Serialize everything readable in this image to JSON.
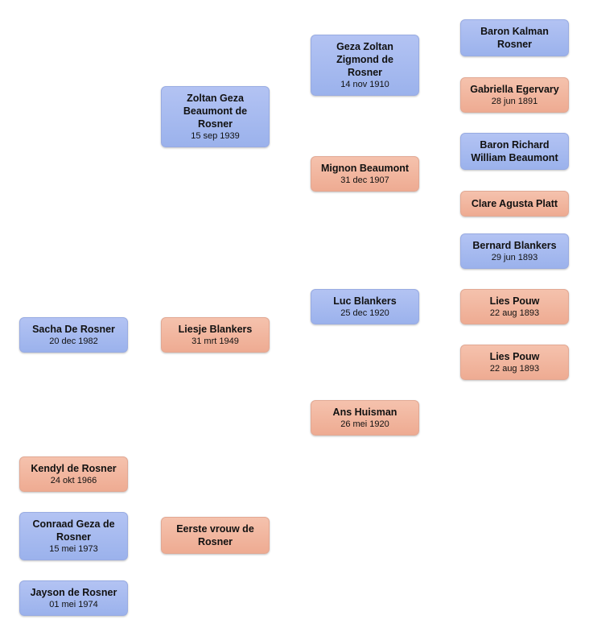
{
  "people": {
    "baron_kalman": {
      "name": "Baron Kalman Rosner",
      "date": ""
    },
    "gabriella": {
      "name": "Gabriella Egervary",
      "date": "28 jun 1891"
    },
    "baron_richard": {
      "name": "Baron Richard William Beaumont",
      "date": ""
    },
    "clare": {
      "name": "Clare Agusta Platt",
      "date": ""
    },
    "bernard": {
      "name": "Bernard Blankers",
      "date": "29 jun 1893"
    },
    "lies1": {
      "name": "Lies Pouw",
      "date": "22 aug 1893"
    },
    "lies2": {
      "name": "Lies Pouw",
      "date": "22 aug 1893"
    },
    "geza": {
      "name": "Geza Zoltan Zigmond de Rosner",
      "date": "14 nov 1910"
    },
    "mignon": {
      "name": "Mignon Beaumont",
      "date": "31 dec 1907"
    },
    "luc": {
      "name": "Luc Blankers",
      "date": "25 dec 1920"
    },
    "ans": {
      "name": "Ans Huisman",
      "date": "26 mei 1920"
    },
    "zoltan": {
      "name": "Zoltan Geza Beaumont de Rosner",
      "date": "15 sep 1939"
    },
    "liesje": {
      "name": "Liesje Blankers",
      "date": "31 mrt 1949"
    },
    "eerste": {
      "name": "Eerste vrouw de Rosner",
      "date": ""
    },
    "sacha": {
      "name": "Sacha De Rosner",
      "date": "20 dec 1982"
    },
    "kendyl": {
      "name": "Kendyl de Rosner",
      "date": "24 okt 1966"
    },
    "conraad": {
      "name": "Conraad Geza de Rosner",
      "date": "15 mei 1973"
    },
    "jayson": {
      "name": "Jayson de Rosner",
      "date": "01 mei 1974"
    }
  },
  "colors": {
    "male": "#a6b9ef",
    "female": "#f1b59f"
  }
}
